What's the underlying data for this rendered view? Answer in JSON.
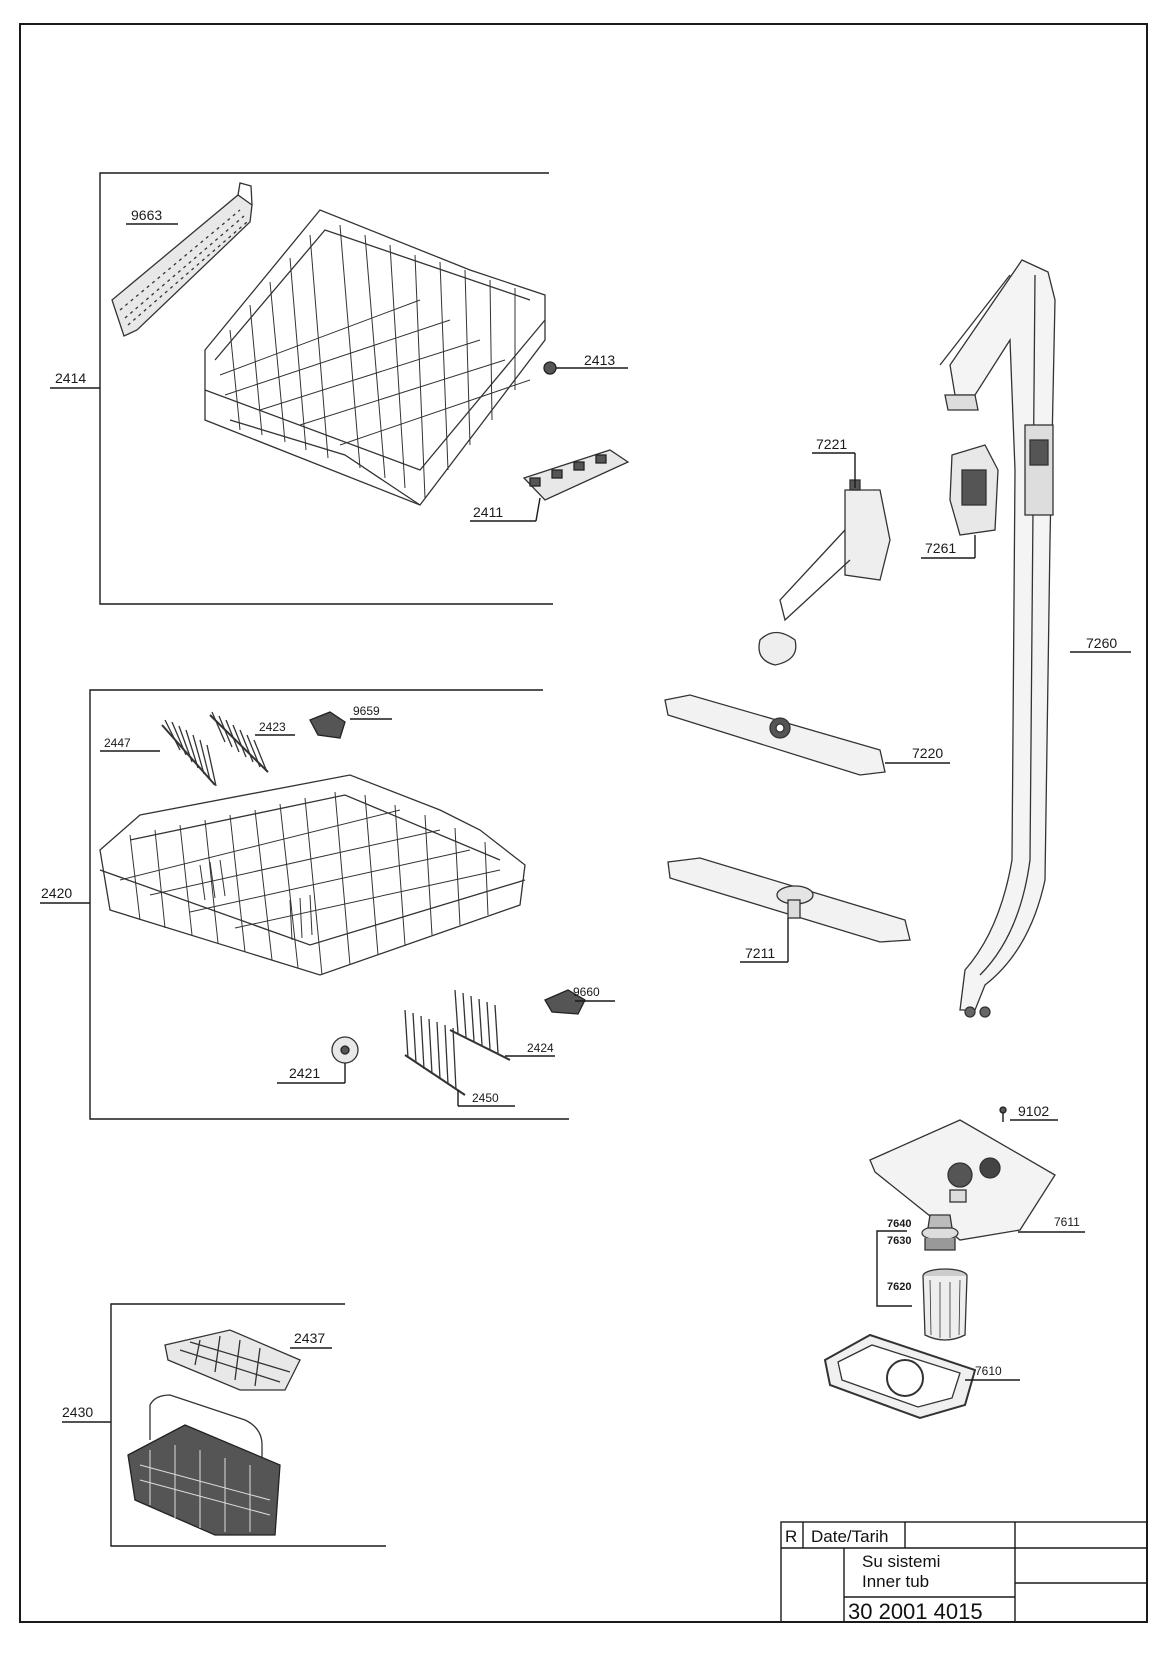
{
  "labels": {
    "p9663": "9663",
    "p2414": "2414",
    "p2413": "2413",
    "p2411": "2411",
    "p7221": "7221",
    "p7261": "7261",
    "p7260": "7260",
    "p9659": "9659",
    "p2423": "2423",
    "p2447": "2447",
    "p2420": "2420",
    "p7220": "7220",
    "p7211": "7211",
    "p9660": "9660",
    "p2424": "2424",
    "p2421": "2421",
    "p2450": "2450",
    "p9102": "9102",
    "p7611": "7611",
    "p7640": "7640",
    "p7630": "7630",
    "p7620": "7620",
    "p7610": "7610",
    "p2437": "2437",
    "p2430": "2430"
  },
  "title_block": {
    "rev": "R",
    "date_label": "Date/Tarih",
    "title_tr": "Su sistemi",
    "title_en": "Inner tub",
    "drawing_no": "30 2001 4015"
  }
}
